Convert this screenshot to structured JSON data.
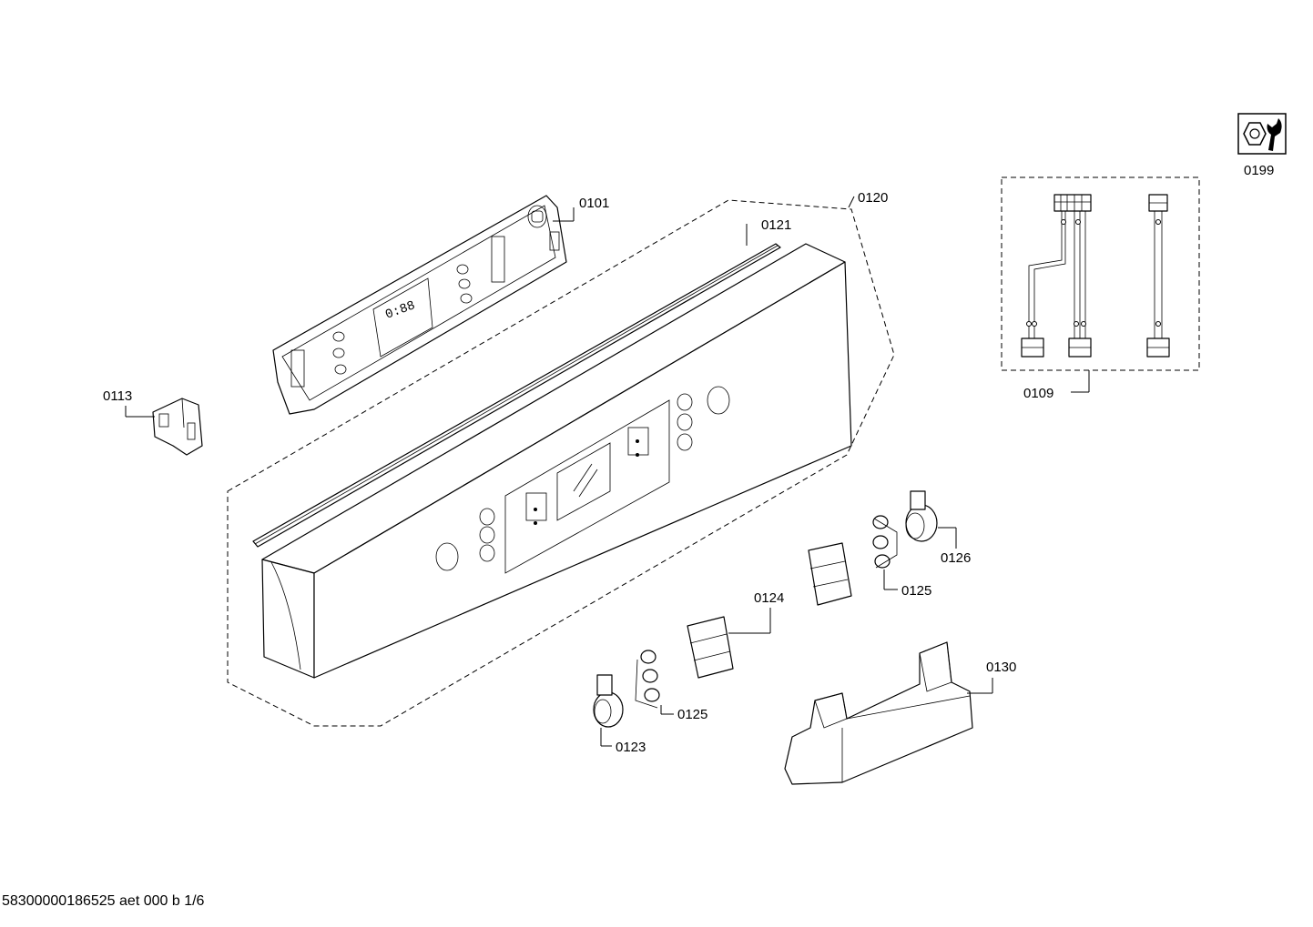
{
  "labels": {
    "p0101": "0101",
    "p0109": "0109",
    "p0113": "0113",
    "p0120": "0120",
    "p0121": "0121",
    "p0123": "0123",
    "p0124": "0124",
    "p0125a": "0125",
    "p0125b": "0125",
    "p0126": "0126",
    "p0130": "0130",
    "p0199": "0199"
  },
  "display_digits": "0:88",
  "footer": "58300000186525 aet 000 b 1/6"
}
